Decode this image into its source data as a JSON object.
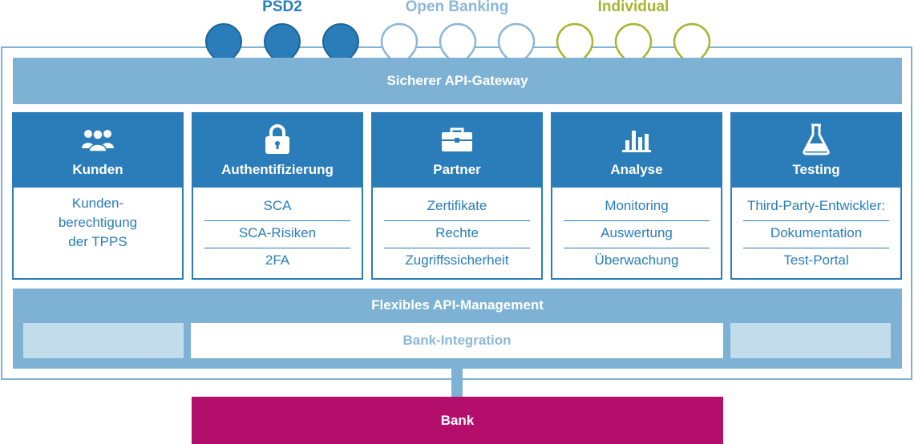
{
  "categories": [
    {
      "label": "PSD2",
      "color": "#2a7db8",
      "pins": 3
    },
    {
      "label": "Open Banking",
      "color": "#8bb7d9",
      "pins": 3
    },
    {
      "label": "Individual",
      "color": "#a8b431",
      "pins": 3
    }
  ],
  "gateway": {
    "label": "Sicherer API-Gateway"
  },
  "modules": [
    {
      "title": "Kunden",
      "icon": "users-icon",
      "items": [
        "Kunden-\nberechtigung\nder TPPS"
      ]
    },
    {
      "title": "Authentifizierung",
      "icon": "lock-icon",
      "items": [
        "SCA",
        "SCA-Risiken",
        "2FA"
      ]
    },
    {
      "title": "Partner",
      "icon": "briefcase-icon",
      "items": [
        "Zertifikate",
        "Rechte",
        "Zugriffssicherheit"
      ]
    },
    {
      "title": "Analyse",
      "icon": "bar-chart-icon",
      "items": [
        "Monitoring",
        "Auswertung",
        "Überwachung"
      ]
    },
    {
      "title": "Testing",
      "icon": "flask-icon",
      "items": [
        "Third-Party-Entwickler:",
        "Dokumentation",
        "Test-Portal"
      ]
    }
  ],
  "management": {
    "label": "Flexibles API-Management",
    "integration": "Bank-Integration"
  },
  "bank": {
    "label": "Bank"
  },
  "colors": {
    "primary": "#2a7db8",
    "light": "#7db2d4",
    "pale": "#c2dcec",
    "bank": "#b40e6d",
    "individual": "#a8b431"
  }
}
